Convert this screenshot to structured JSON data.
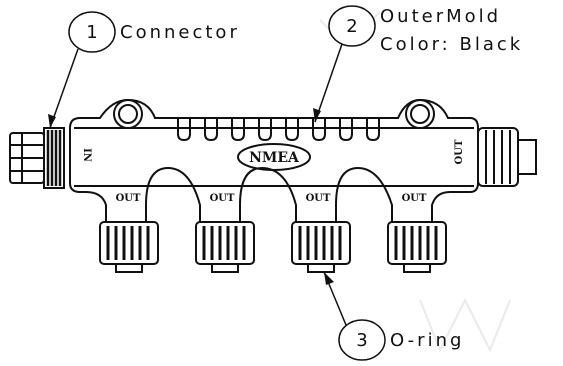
{
  "callouts": [
    {
      "number": "1",
      "label": "Connector"
    },
    {
      "number": "2",
      "label_line1": "OuterMold",
      "label_line2": "Color: Black"
    },
    {
      "number": "3",
      "label": "O-ring"
    }
  ],
  "body_labels": {
    "brand": "NMEA",
    "port_in": "IN",
    "port_out_right": "OUT",
    "port_out_bottom": [
      "OUT",
      "OUT",
      "OUT",
      "OUT"
    ]
  }
}
